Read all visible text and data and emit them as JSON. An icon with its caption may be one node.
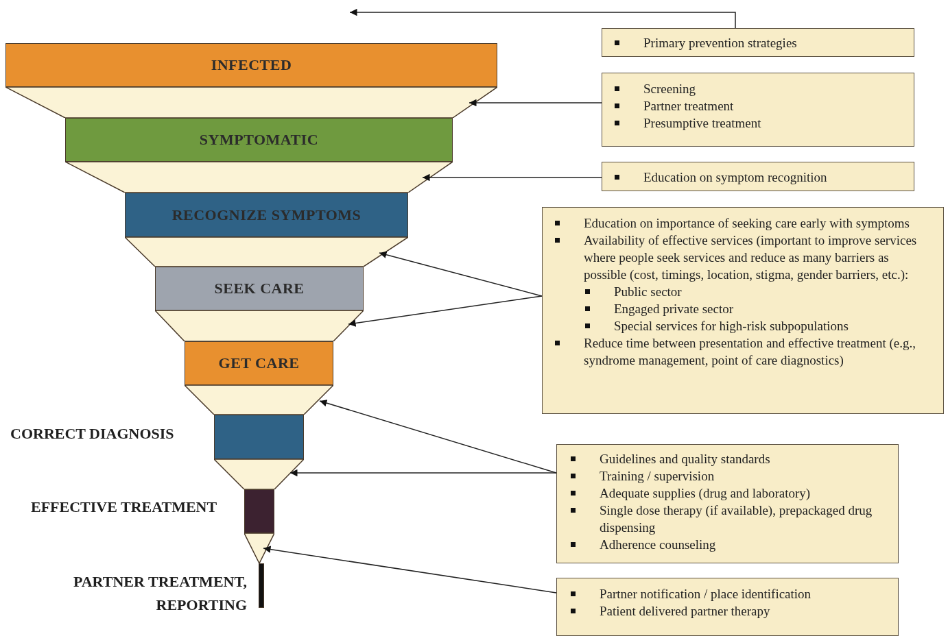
{
  "diagram": {
    "nodes": [
      {
        "text": [
          "INFECTED"
        ]
      },
      {
        "text": [],
        "shape": "trapezoid"
      },
      {
        "text": [
          "SYMPTOMATIC"
        ]
      },
      {
        "text": [],
        "shape": "trapezoid"
      },
      {
        "text": [
          "RECOGNIZE SYMPTOMS"
        ]
      },
      {
        "text": [],
        "shape": "trapezoid"
      },
      {
        "text": [
          "SEEK CARE"
        ]
      },
      {
        "text": [],
        "shape": "trapezoid"
      },
      {
        "text": [
          "GET CARE"
        ]
      },
      {
        "text": [],
        "shape": "trapezoid"
      },
      {
        "text": [
          "CORRECT DIAGNOSIS"
        ]
      },
      {
        "text": [],
        "shape": "trapezoid"
      },
      {
        "text": [
          "EFFECTIVE TREATMENT"
        ]
      },
      {
        "text": [],
        "shape": "triangle"
      },
      {
        "text": [
          "PARTNER TREATMENT, REPORTING"
        ]
      },
      {
        "text": [
          "Primary prevention strategies"
        ]
      },
      {
        "text": [
          "Screening",
          "Partner treatment",
          "Presumptive treatment"
        ]
      },
      {
        "text": [
          "Education on symptom recognition"
        ]
      },
      {
        "text": [
          "Education on importance of seeking care early with symptoms",
          "Availability of effective services (important to improve services where people seek services and reduce as many barriers as possible (cost, timings, location, stigma, gender barriers, etc.):",
          "Public sector",
          "Engaged private sector",
          "Special services for high-risk subpopulations",
          "Reduce time between presentation and effective treatment (e.g., syndrome management, point of care diagnostics)"
        ]
      },
      {
        "text": [
          "Guidelines and quality standards",
          "Training / supervision",
          "Adequate supplies  (drug and laboratory)",
          "Single dose therapy (if available), prepackaged drug dispensing",
          "Adherence counseling"
        ]
      },
      {
        "text": [
          "Partner notification / place identification",
          "Patient delivered partner therapy"
        ]
      }
    ],
    "edges": [
      {
        "from": 15,
        "to": null,
        "arrow": "to"
      },
      {
        "from": 16,
        "to": 1,
        "arrow": "to"
      },
      {
        "from": 17,
        "to": 3,
        "arrow": "to"
      },
      {
        "from": 18,
        "to": 5,
        "arrow": "to"
      },
      {
        "from": 18,
        "to": 7,
        "arrow": "to"
      },
      {
        "from": 19,
        "to": 9,
        "arrow": "to"
      },
      {
        "from": 19,
        "to": 11,
        "arrow": "to"
      },
      {
        "from": 20,
        "to": 13,
        "arrow": "to"
      }
    ]
  }
}
